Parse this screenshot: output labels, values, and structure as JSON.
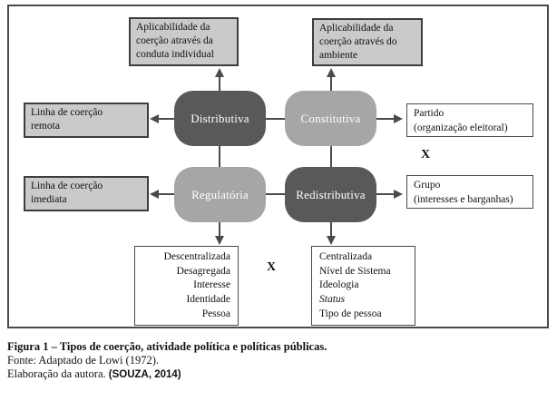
{
  "figure": {
    "boxes": {
      "applicability_individual": "Aplicabilidade da\ncoerção através da\nconduta individual",
      "applicability_environment": "Aplicabilidade da\ncoerção através do\nambiente",
      "coercion_remote": "Linha de coerção\nremota",
      "coercion_immediate": "Linha de coerção\nimediata",
      "partido_title": "Partido",
      "partido_subtitle": "(organização eleitoral)",
      "grupo_title": "Grupo",
      "grupo_subtitle": "(interesses e barganhas)"
    },
    "nodes": {
      "distributiva": "Distributiva",
      "constitutiva": "Constitutiva",
      "regulatoria": "Regulatória",
      "redistributiva": "Redistributiva"
    },
    "x_marker": "X",
    "decentralized_items": [
      "Descentralizada",
      "Desagregada",
      "Interesse",
      "Identidade",
      "Pessoa"
    ],
    "centralized_items": [
      "Centralizada",
      "Nível de Sistema",
      "Ideologia",
      "Status",
      "Tipo de pessoa"
    ],
    "colors": {
      "node_dark": "#595959",
      "node_light": "#a6a6a6",
      "label_box_fill": "#cacaca",
      "line": "#4a4a4a"
    }
  },
  "caption": {
    "title": "Figura 1 – Tipos de coerção, atividade política e políticas públicas.",
    "source": "Fonte: Adaptado de Lowi (1972).",
    "elaboration": "Elaboração da autora.",
    "citation": "(SOUZA, 2014)"
  }
}
